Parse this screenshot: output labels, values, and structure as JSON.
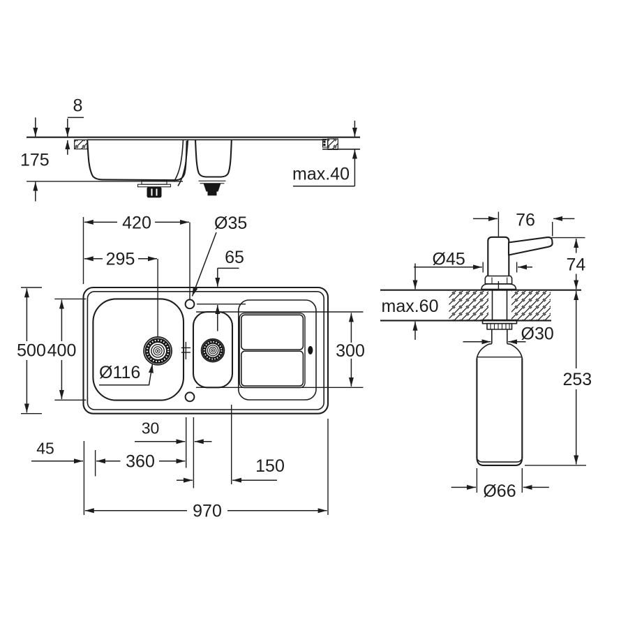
{
  "drawing": {
    "title": "kitchen-sink-and-soap-dispenser-dimension-drawing",
    "background": "#ffffff",
    "line_color": "#1d1d1d",
    "side_view": {
      "rim_height": "8",
      "bowl_depth": "175",
      "counter_thickness": "max.40"
    },
    "top_view": {
      "left_to_hole": "420",
      "hole_dia": "Ø35",
      "left_to_drain": "295",
      "hole_offset": "65",
      "overall_depth": "500",
      "bowl_zone_depth": "400",
      "drain_dia": "Ø116",
      "drainer_depth": "300",
      "bowl_gap": "30",
      "edge_offset": "45",
      "main_bowl_width": "360",
      "small_bowl_width": "150",
      "overall_width": "970"
    },
    "dispenser": {
      "spout_reach": "76",
      "base_dia": "Ø45",
      "head_height": "74",
      "counter_max": "max.60",
      "shank_dia": "Ø30",
      "below_counter_height": "253",
      "bottle_dia": "Ø66"
    }
  }
}
